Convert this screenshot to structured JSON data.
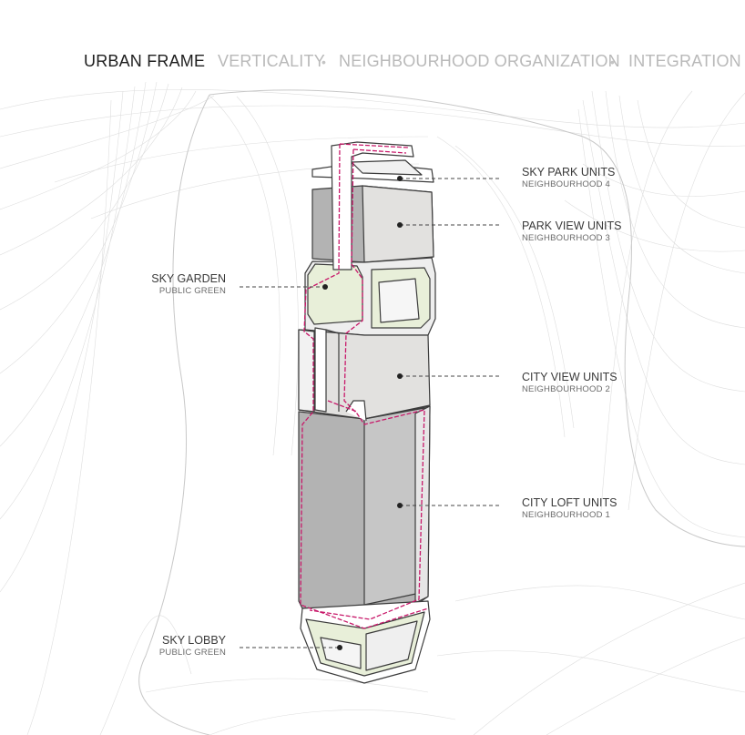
{
  "header": {
    "title": "URBAN FRAME",
    "sub1": "VERTICALITY",
    "sub2": "NEIGHBOURHOOD ORGANIZATION",
    "sub3": "INTEGRATION",
    "separator": "•"
  },
  "labels": {
    "sky_park": {
      "title": "SKY PARK UNITS",
      "sub": "NEIGHBOURHOOD 4"
    },
    "park_view": {
      "title": "PARK VIEW UNITS",
      "sub": "NEIGHBOURHOOD 3"
    },
    "sky_garden": {
      "title": "SKY GARDEN",
      "sub": "PUBLIC GREEN"
    },
    "city_view": {
      "title": "CITY VIEW UNITS",
      "sub": "NEIGHBOURHOOD 2"
    },
    "city_loft": {
      "title": "CITY LOFT UNITS",
      "sub": "NEIGHBOURHOOD 1"
    },
    "sky_lobby": {
      "title": "SKY LOBBY",
      "sub": "PUBLIC GREEN"
    }
  },
  "colors": {
    "dark_volume": "#b3b3b3",
    "light_volume": "#e2e1df",
    "green_space": "#e8efd9",
    "circulation": "#c8196a",
    "outline": "#3c3c3c",
    "mesh": "#d9d9d9"
  }
}
